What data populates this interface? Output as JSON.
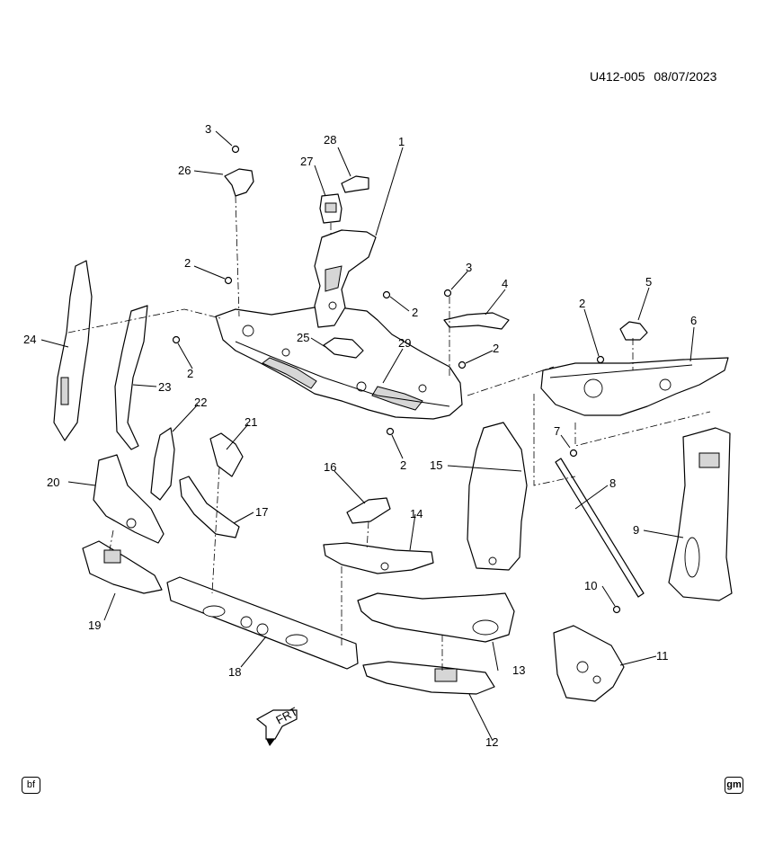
{
  "reference": {
    "code": "U412-005",
    "date": "08/07/2023"
  },
  "front_indicator": "FRT",
  "corner_badges": {
    "left": "bf",
    "right": "gm"
  },
  "part_labels": {
    "p1": "1",
    "p2a": "2",
    "p2b": "2",
    "p2c": "2",
    "p2d": "2",
    "p2e": "2",
    "p2f": "2",
    "p3a": "3",
    "p3b": "3",
    "p4": "4",
    "p5": "5",
    "p6": "6",
    "p7": "7",
    "p8": "8",
    "p9": "9",
    "p10": "10",
    "p11": "11",
    "p12": "12",
    "p13": "13",
    "p14": "14",
    "p15": "15",
    "p16": "16",
    "p17": "17",
    "p18": "18",
    "p19": "19",
    "p20": "20",
    "p21": "21",
    "p22": "22",
    "p23": "23",
    "p24": "24",
    "p25": "25",
    "p26": "26",
    "p27": "27",
    "p28": "28",
    "p29": "29"
  }
}
